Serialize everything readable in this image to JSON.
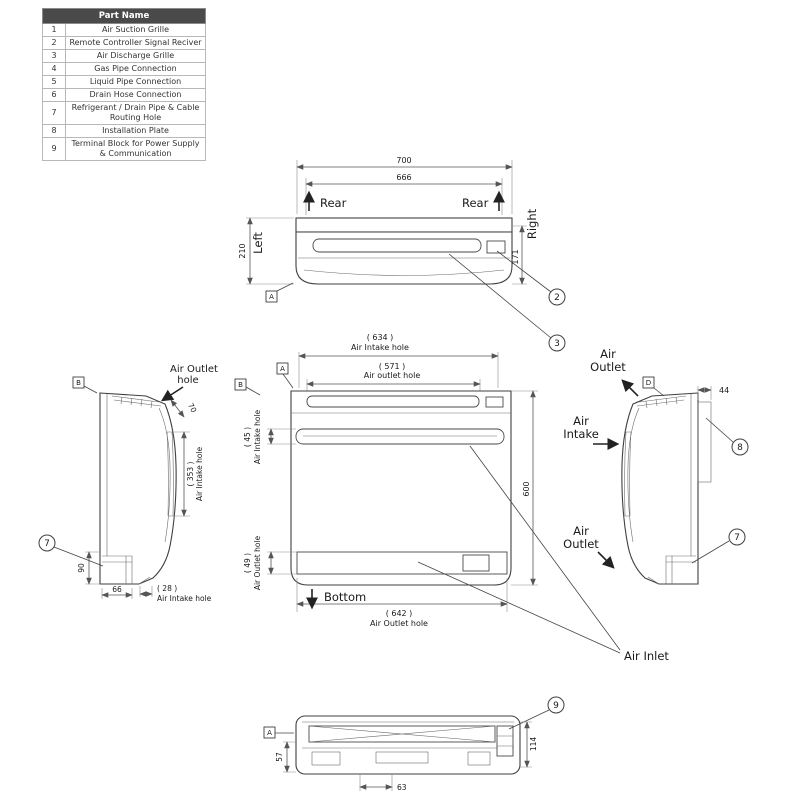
{
  "parts_table": {
    "header": "Part Name",
    "rows": [
      {
        "num": "1",
        "name": "Air Suction Grille"
      },
      {
        "num": "2",
        "name": "Remote Controller Signal Reciver"
      },
      {
        "num": "3",
        "name": "Air Discharge Grille"
      },
      {
        "num": "4",
        "name": "Gas Pipe Connection"
      },
      {
        "num": "5",
        "name": "Liquid Pipe Connection"
      },
      {
        "num": "6",
        "name": "Drain Hose Connection"
      },
      {
        "num": "7",
        "name": "Refrigerant / Drain Pipe & Cable Routing Hole"
      },
      {
        "num": "8",
        "name": "Installation Plate"
      },
      {
        "num": "9",
        "name": "Terminal Block for Power Supply & Communication"
      }
    ]
  },
  "top_view": {
    "dim_700": "700",
    "dim_666": "666",
    "rear_left": "Rear",
    "rear_right": "Rear",
    "left": "Left",
    "right": "Right",
    "dim_210": "210",
    "dim_171": "171",
    "callout_2": "2",
    "callout_3": "3",
    "marker_a": "A"
  },
  "front_view": {
    "dim_634": "( 634 )",
    "dim_634_label": "Air Intake hole",
    "dim_571": "( 571 )",
    "dim_571_label": "Air outlet hole",
    "dim_600": "600",
    "dim_45": "( 45 )",
    "dim_45_label": "Air Intake hole",
    "dim_49": "( 49 )",
    "dim_49_label": "Air Outlet hole",
    "dim_642": "( 642 )",
    "dim_642_label": "Air Outlet hole",
    "bottom_label": "Bottom",
    "marker_a": "A",
    "marker_b": "B"
  },
  "left_side_view": {
    "air_outlet_line1": "Air Outlet",
    "air_outlet_line2": "hole",
    "dim_70": "70",
    "dim_353": "( 353 )",
    "dim_353_label": "Air Intake hole",
    "dim_90": "90",
    "dim_66": "66",
    "dim_28": "( 28 )",
    "dim_28_label": "Air Intake hole",
    "callout_7": "7",
    "marker_b": "B"
  },
  "right_side_view": {
    "air_outlet_top_line1": "Air",
    "air_outlet_top_line2": "Outlet",
    "air_intake_line1": "Air",
    "air_intake_line2": "Intake",
    "air_outlet_bottom_line1": "Air",
    "air_outlet_bottom_line2": "Outlet",
    "dim_44": "44",
    "callout_8": "8",
    "callout_7": "7",
    "marker_d": "D"
  },
  "air_inlet_label": "Air Inlet",
  "bottom_view": {
    "dim_114": "114",
    "dim_57": "57",
    "dim_63": "63",
    "callout_9": "9",
    "marker_a": "A"
  }
}
